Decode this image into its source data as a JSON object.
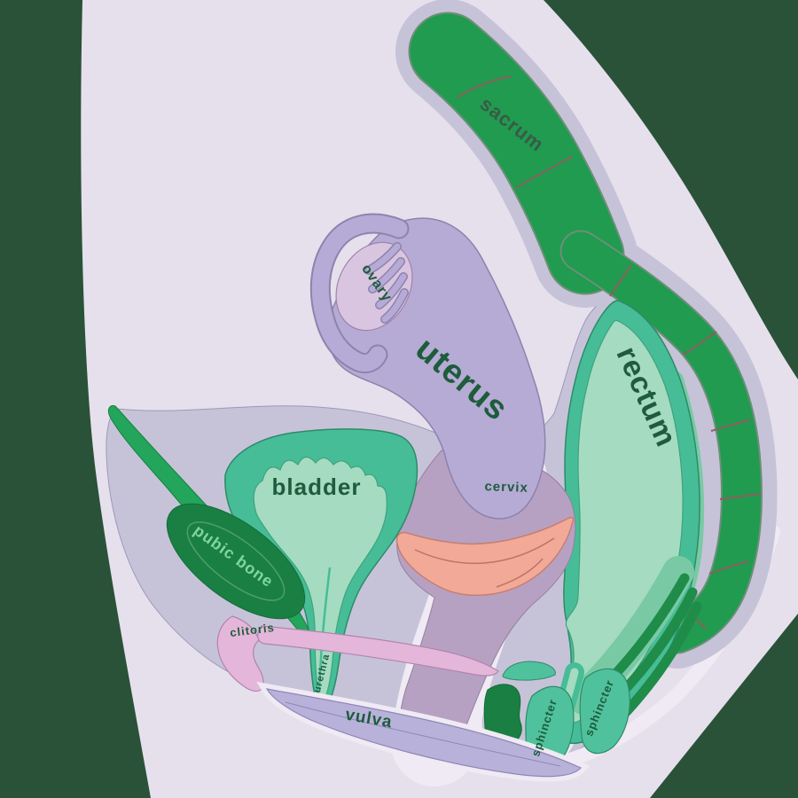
{
  "illustration": {
    "title": "Side-view anatomical illustration of the female pelvis",
    "labels": {
      "sacrum": "sacrum",
      "ovary": "ovary",
      "uterus": "uterus",
      "cervix": "cervix",
      "rectum": "rectum",
      "bladder": "bladder",
      "pubic_bone": "pubic bone",
      "clitoris": "clitoris",
      "urethra": "urethra",
      "vulva": "vulva",
      "sphincter_anal_inner": "sphincter",
      "sphincter_anal_outer": "sphincter"
    },
    "colors": {
      "background": "#2a5239",
      "skin": "#e6e0ec",
      "pelvic_cavity": "#c6c3d9",
      "highlight_band": "#efeaf3",
      "bone_green": "#209b50",
      "bone_dark_green": "#1a7f42",
      "muscle_green": "#23a55b",
      "muscle_band_green": "#1f8c49",
      "organ_teal": "#46bd96",
      "organ_mint": "#a5dbc1",
      "mint_band": "#79caa4",
      "uterus_purple": "#b5abd5",
      "ovary_pink": "#dac5e0",
      "clitoris_pink": "#e4b7da",
      "vagina_mauve": "#b7a1c3",
      "vulva_lavender": "#b8b2da",
      "disc_salmon": "#f3a998",
      "label_green": "#1e5c3c",
      "label_light_green": "#7fd79d"
    }
  }
}
